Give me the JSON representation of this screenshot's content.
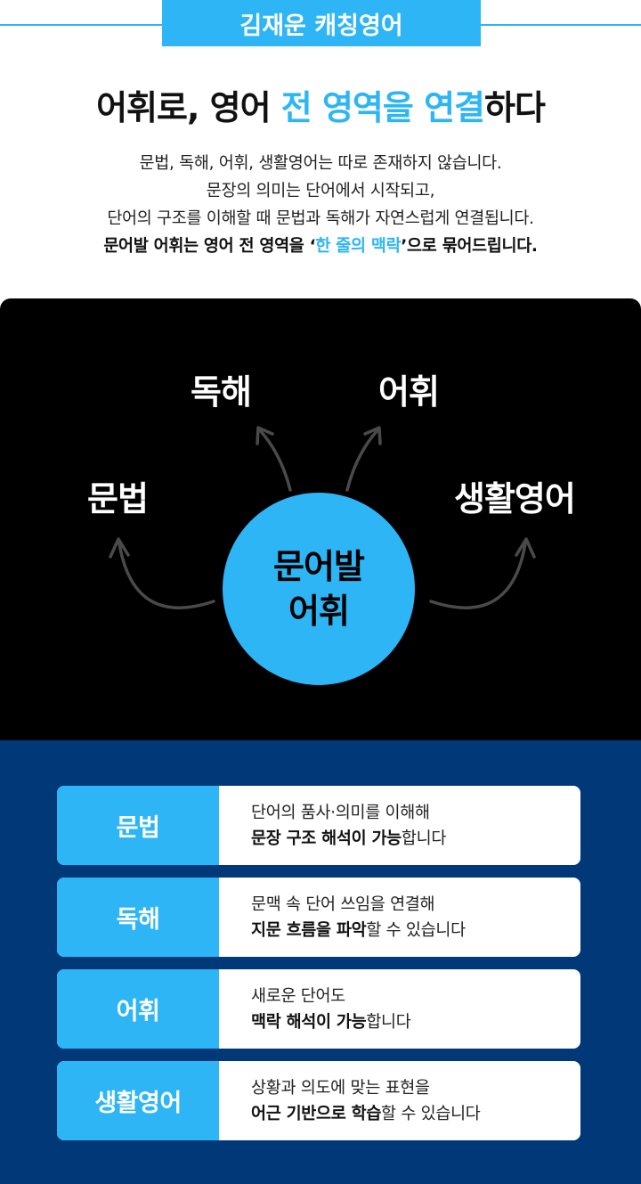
{
  "header": {
    "brand": "김재운 캐칭영어",
    "headline_pre": "어휘로, 영어 ",
    "headline_accent": "전 영역을 연결",
    "headline_post": "하다"
  },
  "intro": {
    "line1": "문법, 독해, 어휘, 생활영어는 따로 존재하지 않습니다.",
    "line2": "문장의 의미는 단어에서 시작되고,",
    "line3": "단어의 구조를 이해할 때 문법과 독해가 자연스럽게 연결됩니다.",
    "line4_pre": "문어발 어휘는 영어 전 영역을 ‘",
    "line4_accent": "한 줄의 맥락",
    "line4_post": "’으로 묶어드립니다."
  },
  "diagram": {
    "hub_line1": "문어발",
    "hub_line2": "어휘",
    "nodes": {
      "grammar": "문법",
      "reading": "독해",
      "vocab": "어휘",
      "daily": "생활영어"
    }
  },
  "cards": [
    {
      "tag": "문법",
      "line1": "단어의 품사·의미를 이해해",
      "line2_bold": "문장 구조 해석이 가능",
      "line2_rest": "합니다"
    },
    {
      "tag": "독해",
      "line1": "문맥 속 단어 쓰임을 연결해",
      "line2_bold": "지문 흐름을 파악",
      "line2_rest": "할 수 있습니다"
    },
    {
      "tag": "어휘",
      "line1": "새로운 단어도",
      "line2_bold": "맥락 해석이 가능",
      "line2_rest": "합니다"
    },
    {
      "tag": "생활영어",
      "line1": "상황과 의도에 맞는 표현을",
      "line2_bold": "어근 기반으로 학습",
      "line2_rest": "할 수 있습니다"
    }
  ],
  "colors": {
    "accent": "#2db5f5",
    "navy": "#003878",
    "black": "#000000"
  }
}
